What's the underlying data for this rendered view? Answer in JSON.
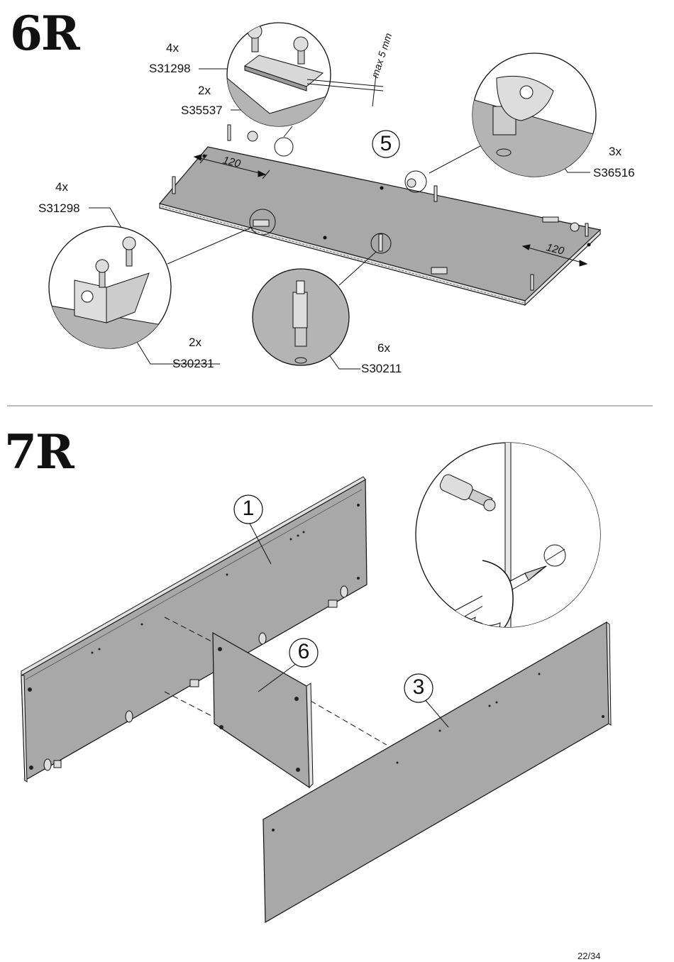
{
  "steps": {
    "step6": "6R",
    "step7": "7R"
  },
  "step6": {
    "part_number": "5",
    "dimensions": {
      "left": "120",
      "right": "120",
      "max": "max 5 mm"
    },
    "callouts": {
      "top_screws": {
        "qty": "4x",
        "code": "S31298"
      },
      "plates": {
        "qty": "2x",
        "code": "S35537"
      },
      "cam": {
        "qty": "3x",
        "code": "S36516"
      },
      "side_screws": {
        "qty": "4x",
        "code": "S31298"
      },
      "brackets": {
        "qty": "2x",
        "code": "S30231"
      },
      "dowels": {
        "qty": "6x",
        "code": "S30211"
      }
    }
  },
  "step7": {
    "part_numbers": {
      "back": "1",
      "divider": "6",
      "front": "3"
    }
  },
  "page": {
    "number": "22/34"
  },
  "colors": {
    "panel": "#a8a8a8",
    "panel_edge": "#d8d8d8",
    "detail_bg": "#b4b4b4",
    "line": "#111111"
  }
}
